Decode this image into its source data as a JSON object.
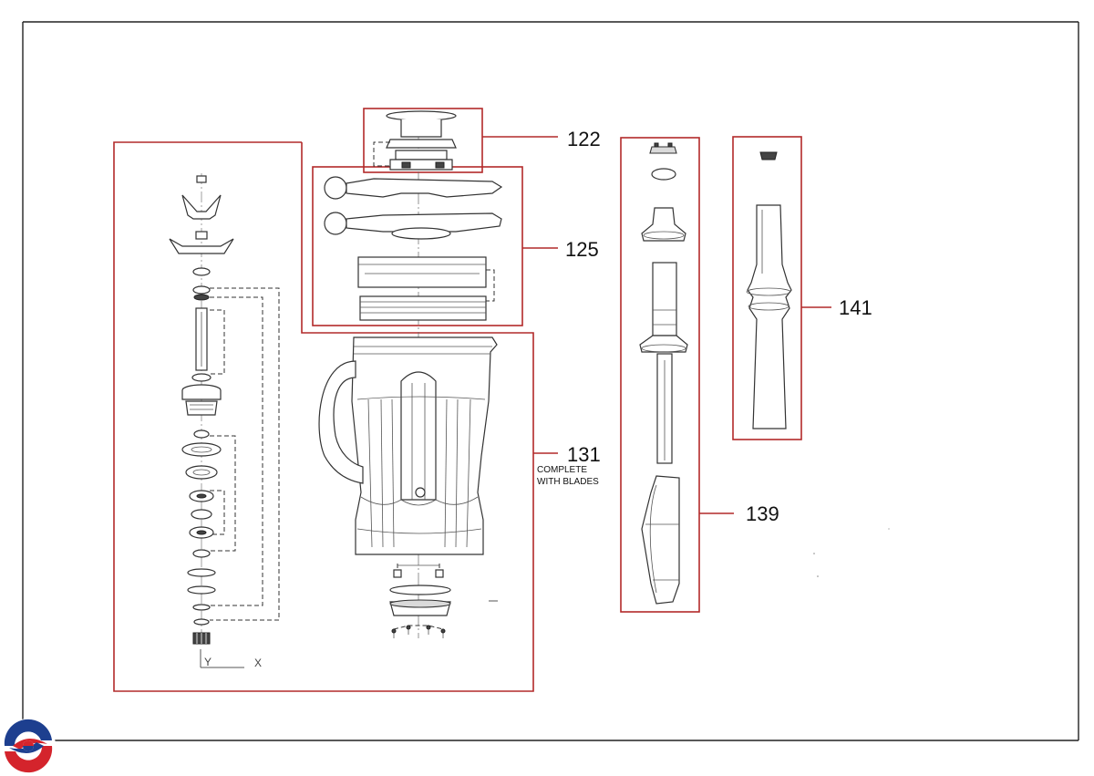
{
  "colors": {
    "callout_box": "#b22a2a",
    "line_art": "#333333",
    "logo_blue": "#1d3f8f",
    "logo_red": "#d4242c"
  },
  "callouts": {
    "c122": "122",
    "c125": "125",
    "c131": "131",
    "c131_note_line1": "COMPLETE",
    "c131_note_line2": "WITH BLADES",
    "c139": "139",
    "c141": "141"
  },
  "axis": {
    "y": "Y",
    "x": "X"
  },
  "logo": {
    "icon": "brand-logo-icon"
  }
}
